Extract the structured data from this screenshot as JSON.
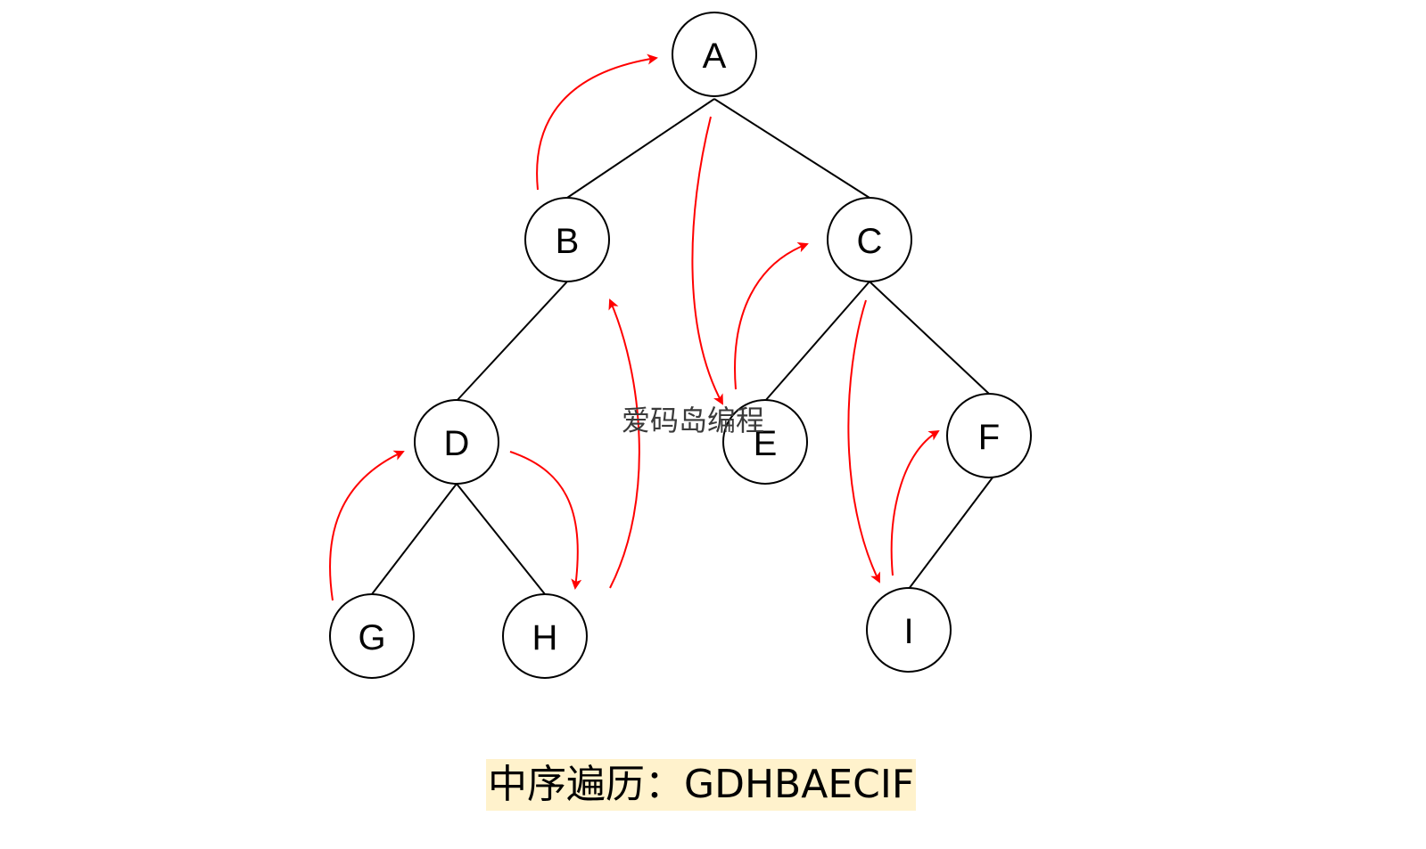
{
  "tree": {
    "nodes": [
      {
        "id": "A",
        "label": "A"
      },
      {
        "id": "B",
        "label": "B"
      },
      {
        "id": "C",
        "label": "C"
      },
      {
        "id": "D",
        "label": "D"
      },
      {
        "id": "E",
        "label": "E"
      },
      {
        "id": "F",
        "label": "F"
      },
      {
        "id": "G",
        "label": "G"
      },
      {
        "id": "H",
        "label": "H"
      },
      {
        "id": "I",
        "label": "I"
      }
    ],
    "edges": [
      {
        "from": "A",
        "to": "B"
      },
      {
        "from": "A",
        "to": "C"
      },
      {
        "from": "B",
        "to": "D"
      },
      {
        "from": "C",
        "to": "E"
      },
      {
        "from": "C",
        "to": "F"
      },
      {
        "from": "D",
        "to": "G"
      },
      {
        "from": "D",
        "to": "H"
      },
      {
        "from": "F",
        "to": "I"
      }
    ],
    "traversal_arrows": [
      {
        "from": "G",
        "to": "D"
      },
      {
        "from": "D",
        "to": "H"
      },
      {
        "from": "H",
        "to": "B"
      },
      {
        "from": "B",
        "to": "A"
      },
      {
        "from": "A",
        "to": "E"
      },
      {
        "from": "E",
        "to": "C"
      },
      {
        "from": "C",
        "to": "I"
      },
      {
        "from": "I",
        "to": "F"
      }
    ]
  },
  "watermark": "爱码岛编程",
  "caption": "中序遍历：GDHBAECIF",
  "colors": {
    "arrow": "#ff0000",
    "caption_background": "#fff2cc",
    "node_stroke": "#000000"
  }
}
